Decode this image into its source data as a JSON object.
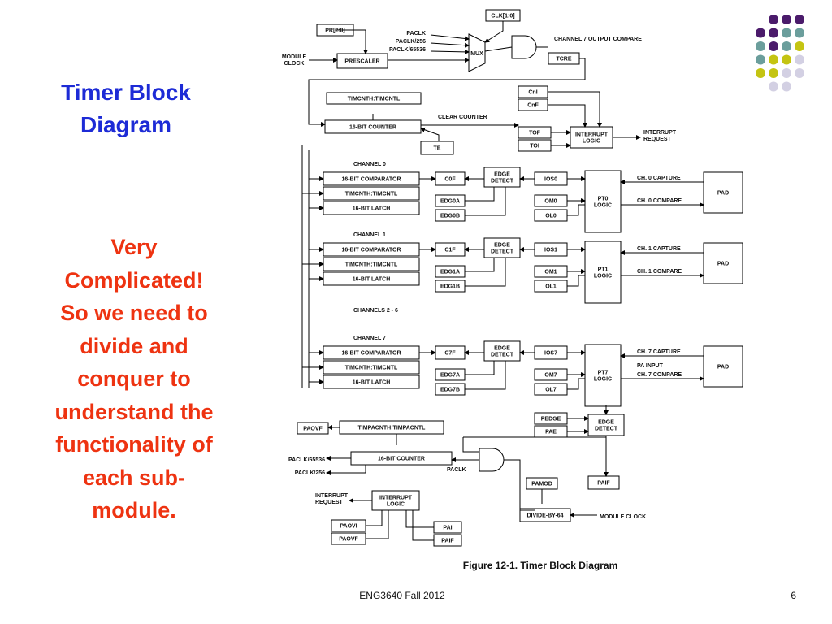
{
  "slide": {
    "title": "Timer Block\nDiagram",
    "body": "Very\nComplicated!\nSo we need to\ndivide and\nconquer to\nunderstand the\nfunctionality of\neach sub-\nmodule.",
    "footer": "ENG3640 Fall 2012",
    "page_number": "6"
  },
  "decor": {
    "dot_colors": {
      "purple": "#4b1b6b",
      "teal": "#6b9e9c",
      "olive": "#c4c412",
      "lavender": "#d3d0e3"
    }
  },
  "diagram": {
    "caption": "Figure 12-1. Timer Block Diagram",
    "labels": {
      "pr": "PR[2:0]",
      "clk": "CLK[1:0]",
      "pacl": "PACLK",
      "pacl256": "PACLK/256",
      "pacl65536": "PACLK/65536",
      "mux": "MUX",
      "module_clock": "MODULE\nCLOCK",
      "prescaler": "PRESCALER",
      "ch7_output_compare": "CHANNEL 7 OUTPUT COMPARE",
      "tcre": "TCRE",
      "tmsk": "TIMCNTH:TIMCNTL",
      "counter16": "16-BIT COUNTER",
      "clear_counter": "CLEAR COUNTER",
      "te": "TE",
      "cnf": "CnI",
      "cnf2": "CnF",
      "tof": "TOF",
      "toi": "TOI",
      "interrupt_logic": "INTERRUPT\nLOGIC",
      "interrupt_request": "INTERRUPT\nREQUEST",
      "channel0": "CHANNEL 0",
      "channel1": "CHANNEL 1",
      "channels26": "CHANNELS 2 - 6",
      "channel7": "CHANNEL 7",
      "comparator": "16-BIT COMPARATOR",
      "tcnt0": "TIMCNTH:TIMCNTL",
      "latch": "16-BIT LATCH",
      "c0f": "C0F",
      "c1f": "C1F",
      "c7f": "C7F",
      "edge_detect": "EDGE\nDETECT",
      "ios0": "IOS0",
      "ios1": "IOS1",
      "ios7": "IOS7",
      "edg0a": "EDG0A",
      "edg0b": "EDG0B",
      "edg1a": "EDG1A",
      "edg1b": "EDG1B",
      "edg7a": "EDG7A",
      "edg7b": "EDG7B",
      "om0": "OM0",
      "ol0": "OL0",
      "om1": "OM1",
      "ol1": "OL1",
      "om7": "OM7",
      "ol7": "OL7",
      "pt0": "PT0\nLOGIC",
      "pt1": "PT1\nLOGIC",
      "pt7": "PT7\nLOGIC",
      "ch0_capture": "CH. 0 CAPTURE",
      "ch0_compare": "CH. 0 COMPARE",
      "ch1_capture": "CH. 1 CAPTURE",
      "ch1_compare": "CH. 1 COMPARE",
      "ch7_capture": "CH. 7 CAPTURE",
      "pa_input": "PA INPUT",
      "ch7_compare": "CH. 7 COMPARE",
      "pad": "PAD",
      "pedge": "PEDGE",
      "pae": "PAE",
      "paovf": "PAOVF",
      "pacnt": "TIMPACNTH:TIMPACNTL",
      "paclk65536": "PACLK/65536",
      "paclk256": "PACLK/256",
      "pclk_out": "PACLK",
      "pamod": "PAMOD",
      "paif_top": "PAIF",
      "pa_interrupt_request": "INTERRUPT\nREQUEST",
      "pa_interrupt_logic": "INTERRUPT\nLOGIC",
      "paovi": "PAOVI",
      "paovf2": "PAOVF",
      "pai": "PAI",
      "paif": "PAIF",
      "divide64": "DIVIDE-BY-64",
      "module_clock2": "MODULE CLOCK"
    }
  }
}
